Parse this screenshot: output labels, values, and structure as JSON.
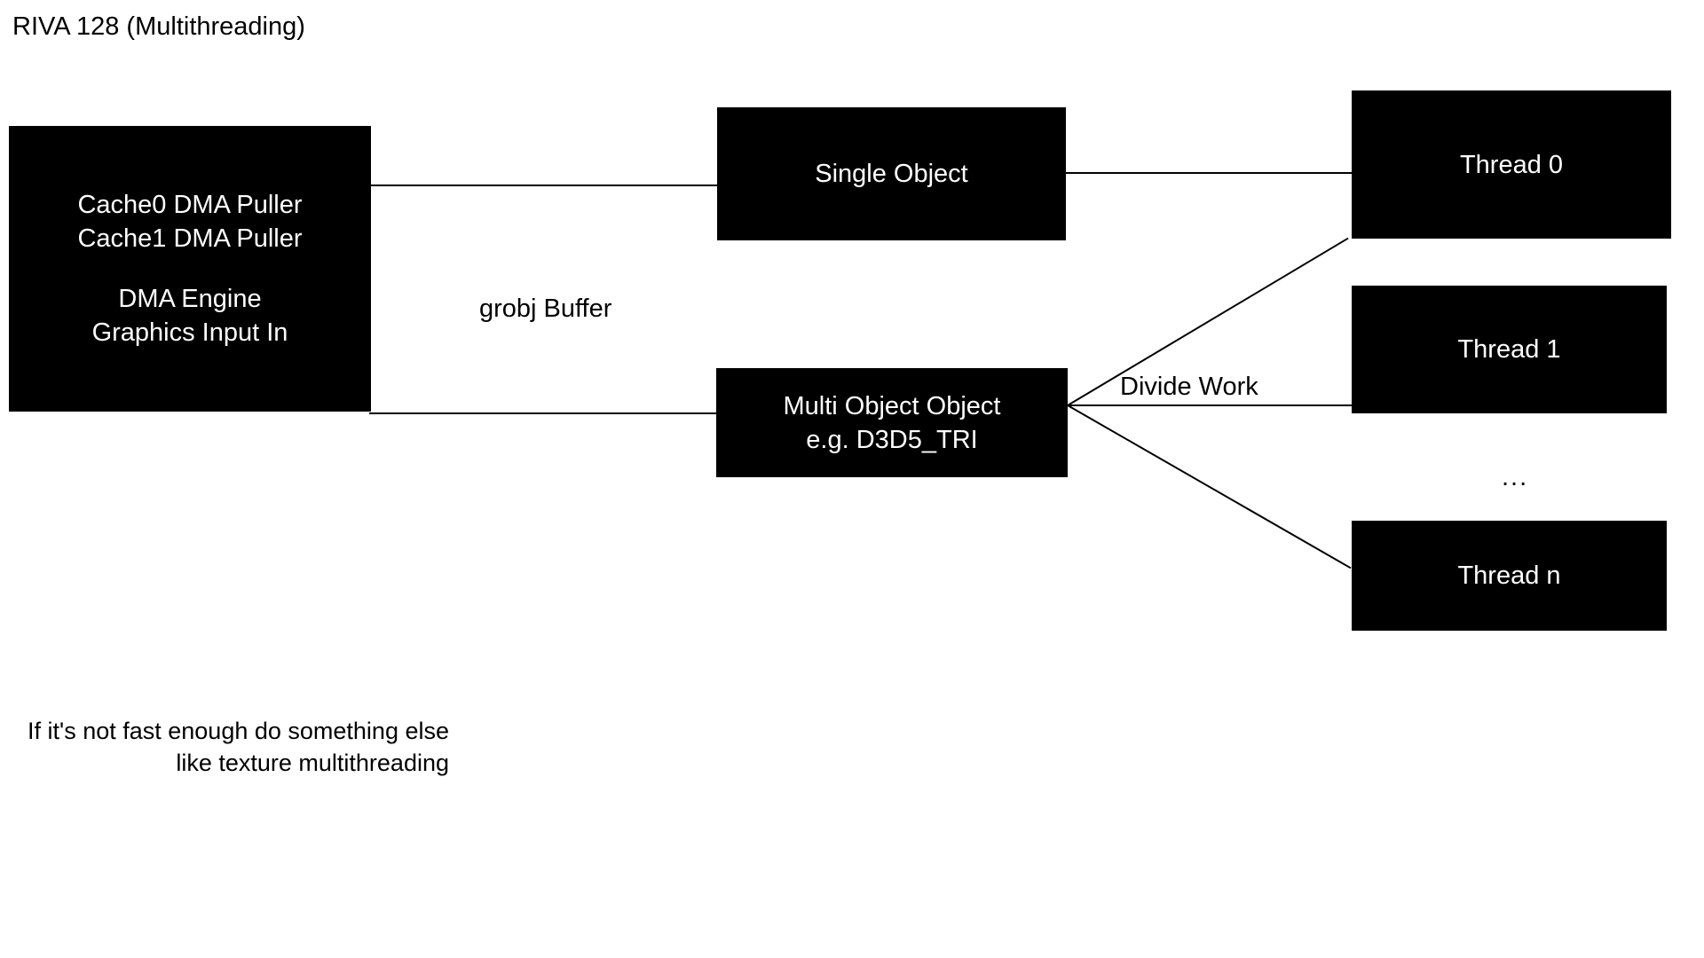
{
  "slide": {
    "title": "RIVA 128 (Multithreading)",
    "background_color": "#ffffff",
    "box_fill_color": "#000000",
    "box_text_color": "#ffffff",
    "line_color": "#000000"
  },
  "boxes": {
    "engine": {
      "lines": [
        "Cache0 DMA Puller",
        "Cache1 DMA Puller",
        "",
        "DMA Engine",
        "Graphics Input In"
      ],
      "line1": "Cache0 DMA Puller",
      "line2": "Cache1 DMA Puller",
      "line3": "DMA Engine",
      "line4": "Graphics Input In"
    },
    "single_object": {
      "line1": "Single Object"
    },
    "multi_object": {
      "line1": "Multi Object Object",
      "line2": "e.g. D3D5_TRI"
    },
    "thread0": {
      "label": "Thread 0"
    },
    "thread1": {
      "label": "Thread 1"
    },
    "threadn": {
      "label": "Thread n"
    }
  },
  "labels": {
    "grobj_buffer": "grobj Buffer",
    "divide_work": "Divide Work",
    "ellipsis": "..."
  },
  "footnote": {
    "line1": "If it's not fast enough do something else",
    "line2": "like texture multithreading"
  }
}
